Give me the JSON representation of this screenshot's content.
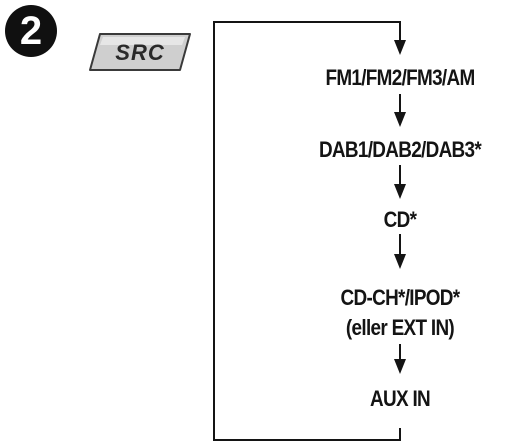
{
  "step_badge": {
    "number": "2"
  },
  "button": {
    "label": "SRC"
  },
  "cycle": {
    "steps": [
      {
        "line1": "FM1/FM2/FM3/AM"
      },
      {
        "line1": "DAB1/DAB2/DAB3*"
      },
      {
        "line1": "CD*"
      },
      {
        "line1": "CD-CH*/IPOD*",
        "line2": "(eller EXT IN)"
      },
      {
        "line1": "AUX IN"
      }
    ]
  },
  "colors": {
    "ink": "#141414",
    "button_fill": "#cfcfcf",
    "button_border": "#3a3a3a"
  }
}
